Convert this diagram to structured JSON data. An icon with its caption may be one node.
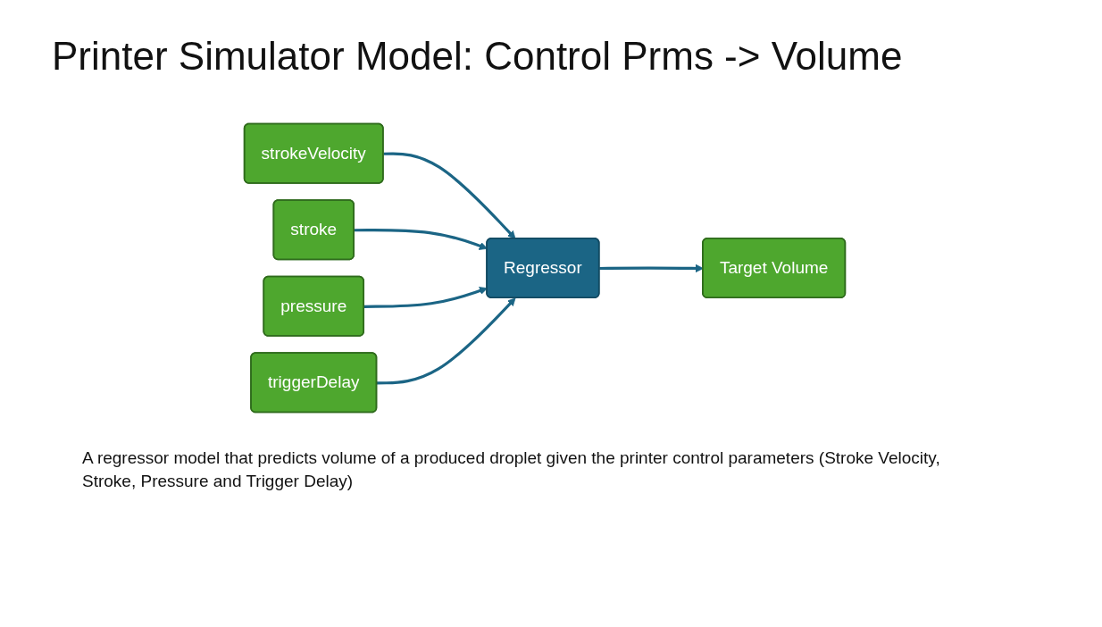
{
  "diagram": {
    "title": "Printer Simulator Model: Control Prms -> Volume",
    "caption": "A regressor model that predicts volume of a produced droplet given the printer control parameters (Stroke Velocity, Stroke, Pressure and Trigger Delay)",
    "nodes": [
      {
        "text": [
          "strokeVelocity"
        ]
      },
      {
        "text": [
          "stroke"
        ]
      },
      {
        "text": [
          "pressure"
        ]
      },
      {
        "text": [
          "triggerDelay"
        ]
      },
      {
        "text": [
          "Regressor"
        ]
      },
      {
        "text": [
          "Target Volume"
        ]
      }
    ],
    "edges": [
      {
        "from": 0,
        "to": 4,
        "arrow": "to"
      },
      {
        "from": 1,
        "to": 4,
        "arrow": "to"
      },
      {
        "from": 2,
        "to": 4,
        "arrow": "to"
      },
      {
        "from": 3,
        "to": 4,
        "arrow": "to"
      },
      {
        "from": 4,
        "to": 5,
        "arrow": "to"
      }
    ]
  }
}
